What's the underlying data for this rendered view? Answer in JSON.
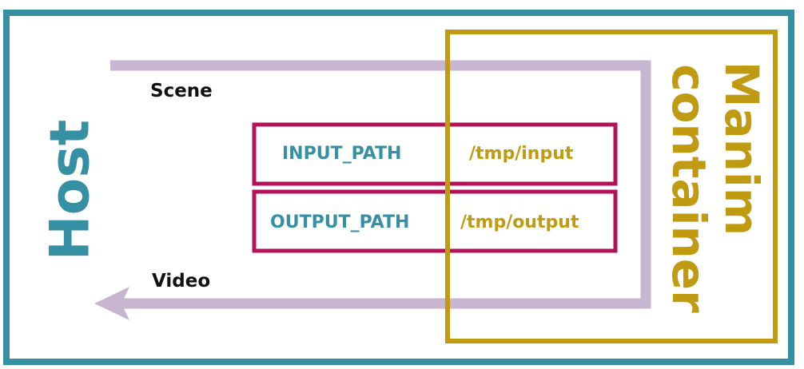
{
  "host": {
    "label": "Host"
  },
  "container": {
    "label_line1": "Manim",
    "label_line2": "container"
  },
  "flow": {
    "scene_label": "Scene",
    "video_label": "Video"
  },
  "mounts": [
    {
      "host_var": "INPUT_PATH",
      "container_path": "/tmp/input"
    },
    {
      "host_var": "OUTPUT_PATH",
      "container_path": "/tmp/output"
    }
  ],
  "colors": {
    "host": "#3690a3",
    "container": "#c09a10",
    "mount_box": "#b3135a",
    "arrow": "#c8b6d0",
    "text": "#111111"
  }
}
